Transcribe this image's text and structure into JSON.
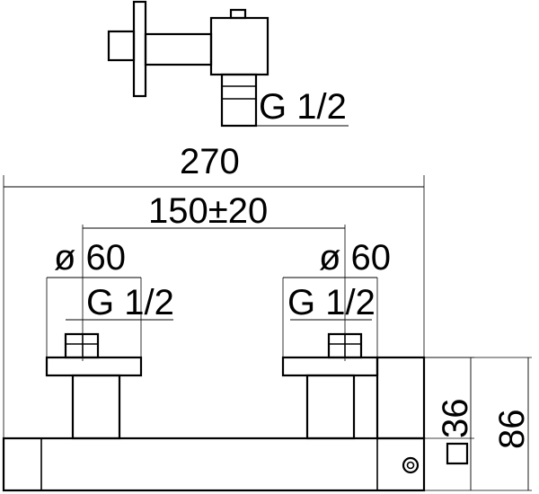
{
  "drawing": {
    "side_view": {
      "thread_label": "G 1/2"
    },
    "front_view": {
      "overall_width_label": "270",
      "center_distance_label": "150±20",
      "left_flange_diameter_label": "ø 60",
      "right_flange_diameter_label": "ø 60",
      "left_thread_label": "G 1/2",
      "right_thread_label": "G 1/2",
      "body_height_label": "36",
      "overall_height_label": "86"
    },
    "colors": {
      "line": "#000000",
      "background": "#ffffff"
    }
  }
}
